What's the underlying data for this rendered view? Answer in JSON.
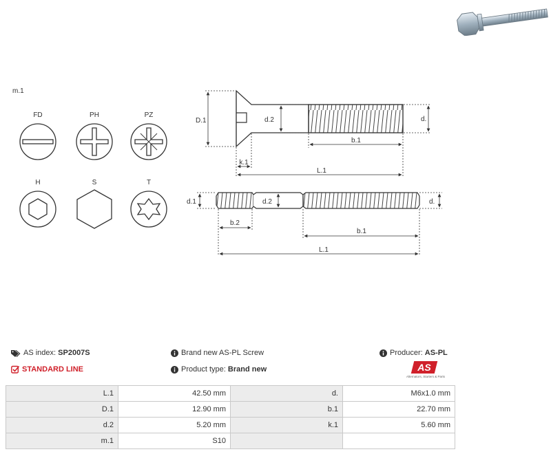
{
  "drawing": {
    "section_label": "m.1",
    "drive_types": [
      "FD",
      "PH",
      "PZ",
      "H",
      "S",
      "T"
    ],
    "dimension_labels": {
      "D1": "D.1",
      "d2": "d.2",
      "d": "d.",
      "b1": "b.1",
      "k1": "k.1",
      "L1": "L.1",
      "d1": "d.1",
      "b2": "b.2"
    }
  },
  "info": {
    "as_index_label": "AS index:",
    "as_index_value": "SP2007S",
    "line_label": "STANDARD LINE",
    "description": "Brand new AS-PL Screw",
    "product_type_label": "Product type:",
    "product_type_value": "Brand new",
    "producer_label": "Producer:",
    "producer_value": "AS-PL",
    "logo_text": "AS",
    "logo_tagline": "Alternators, Starters & Parts"
  },
  "specs": [
    [
      {
        "label": "L.1",
        "value": "42.50 mm"
      },
      {
        "label": "d.",
        "value": "M6x1.0 mm"
      }
    ],
    [
      {
        "label": "D.1",
        "value": "12.90 mm"
      },
      {
        "label": "b.1",
        "value": "22.70 mm"
      }
    ],
    [
      {
        "label": "d.2",
        "value": "5.20 mm"
      },
      {
        "label": "k.1",
        "value": "5.60 mm"
      }
    ],
    [
      {
        "label": "m.1",
        "value": "S10"
      },
      {
        "label": "",
        "value": ""
      }
    ]
  ],
  "colors": {
    "accent_red": "#d0202a",
    "cell_label_bg": "#ececec",
    "line": "#333333"
  }
}
